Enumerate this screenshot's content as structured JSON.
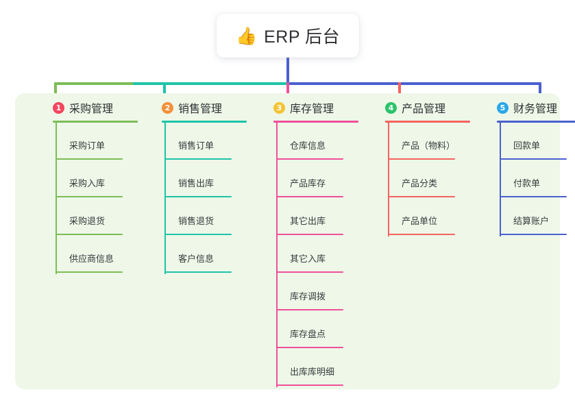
{
  "root": {
    "emoji": "👍",
    "emoji_name": "thumbs-up-icon",
    "title": "ERP 后台"
  },
  "panel": {
    "background_color": "#eef7e8"
  },
  "columns": [
    {
      "index": "1",
      "title": "采购管理",
      "badge_color": "#f5465e",
      "line_color": "#7cbd56",
      "children": [
        "采购订单",
        "采购入库",
        "采购退货",
        "供应商信息"
      ]
    },
    {
      "index": "2",
      "title": "销售管理",
      "badge_color": "#f5903a",
      "line_color": "#1ec4a8",
      "children": [
        "销售订单",
        "销售出库",
        "销售退货",
        "客户信息"
      ]
    },
    {
      "index": "3",
      "title": "库存管理",
      "badge_color": "#f5c433",
      "line_color": "#ef4f9a",
      "children": [
        "仓库信息",
        "产品库存",
        "其它出库",
        "其它入库",
        "库存调拨",
        "库存盘点",
        "出库库明细"
      ]
    },
    {
      "index": "4",
      "title": "产品管理",
      "badge_color": "#2cc36b",
      "line_color": "#f4625f",
      "children": [
        "产品（物料）",
        "产品分类",
        "产品单位"
      ]
    },
    {
      "index": "5",
      "title": "财务管理",
      "badge_color": "#2ba7e8",
      "line_color": "#4a5fd0",
      "children": [
        "回款单",
        "付款单",
        "结算账户"
      ]
    }
  ]
}
